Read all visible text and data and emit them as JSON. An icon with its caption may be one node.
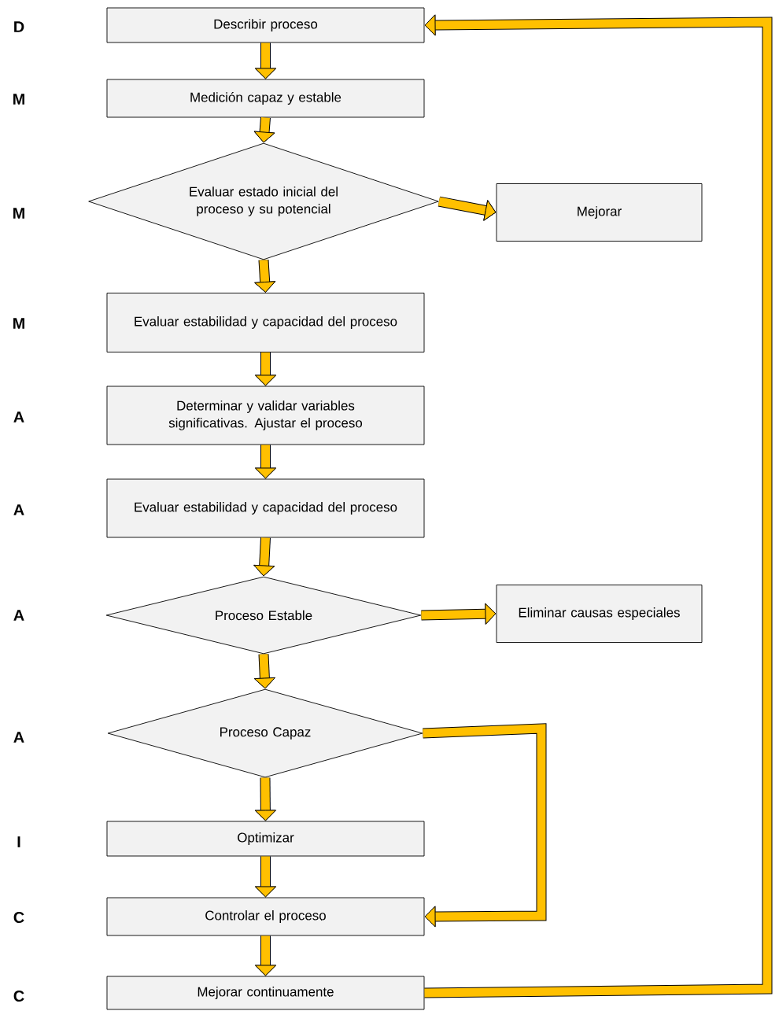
{
  "diagram": {
    "nodes": [
      {
        "text": [
          "Describir proceso"
        ]
      },
      {
        "text": [
          "Medición capaz y estable"
        ]
      },
      {
        "text": [
          "Evaluar estado inicial del proceso y su potencial"
        ]
      },
      {
        "text": [
          "Mejorar"
        ]
      },
      {
        "text": [
          "Evaluar estabilidad y capacidad del proceso"
        ]
      },
      {
        "text": [
          "Determinar y validar variables significativas. Ajustar el proceso"
        ]
      },
      {
        "text": [
          "Evaluar estabilidad y capacidad del proceso"
        ]
      },
      {
        "text": [
          "Proceso Estable"
        ]
      },
      {
        "text": [
          "Eliminar causas especiales"
        ]
      },
      {
        "text": [
          "Proceso Capaz"
        ]
      },
      {
        "text": [
          "Optimizar"
        ]
      },
      {
        "text": [
          "Controlar el proceso"
        ]
      },
      {
        "text": [
          "Mejorar continuamente"
        ]
      }
    ],
    "edges": [
      {
        "from": 0,
        "to": 1,
        "arrow": "to"
      },
      {
        "from": 1,
        "to": 2,
        "arrow": "to"
      },
      {
        "from": 2,
        "to": 3,
        "arrow": "to"
      },
      {
        "from": 2,
        "to": 4,
        "arrow": "to"
      },
      {
        "from": 4,
        "to": 5,
        "arrow": "to"
      },
      {
        "from": 5,
        "to": 6,
        "arrow": "to"
      },
      {
        "from": 6,
        "to": 7,
        "arrow": "to"
      },
      {
        "from": 7,
        "to": 8,
        "arrow": "to"
      },
      {
        "from": 7,
        "to": 9,
        "arrow": "to"
      },
      {
        "from": 9,
        "to": 10,
        "arrow": "to"
      },
      {
        "from": 9,
        "to": 11,
        "arrow": "to"
      },
      {
        "from": 10,
        "to": 11,
        "arrow": "to"
      },
      {
        "from": 11,
        "to": 12,
        "arrow": "to"
      },
      {
        "from": 12,
        "to": 0,
        "arrow": "to"
      }
    ],
    "labels": [
      "D",
      "M",
      "M",
      "M",
      "A",
      "A",
      "A",
      "A",
      "I",
      "C",
      "C"
    ]
  }
}
